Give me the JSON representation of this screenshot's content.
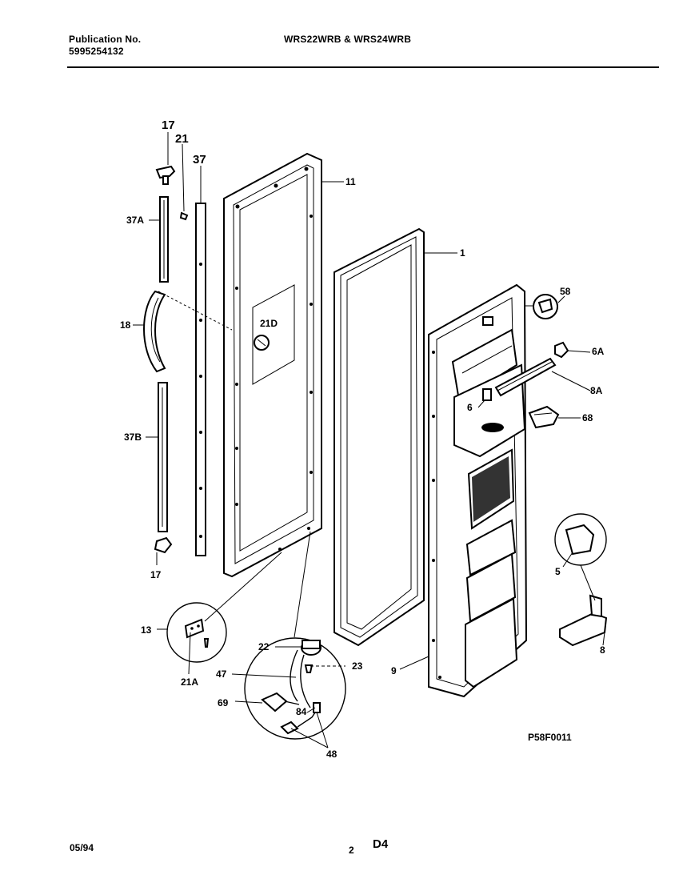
{
  "header": {
    "publication_label": "Publication No.",
    "publication_number": "5995254132",
    "models": "WRS22WRB & WRS24WRB"
  },
  "footer": {
    "date": "05/94",
    "page": "2",
    "section": "D4"
  },
  "diagram": {
    "drawing_code": "P58F0011",
    "callouts": {
      "c17_top": "17",
      "c21": "21",
      "c37": "37",
      "c37A": "37A",
      "c18": "18",
      "c37B": "37B",
      "c17_bottom": "17",
      "c11": "11",
      "c21D": "21D",
      "c1": "1",
      "c58": "58",
      "c6A": "6A",
      "c8A": "8A",
      "c6": "6",
      "c68": "68",
      "c5": "5",
      "c8": "8",
      "c13": "13",
      "c21A": "21A",
      "c22": "22",
      "c23": "23",
      "c47": "47",
      "c69": "69",
      "c84": "84",
      "c48": "48",
      "c9": "9"
    }
  }
}
